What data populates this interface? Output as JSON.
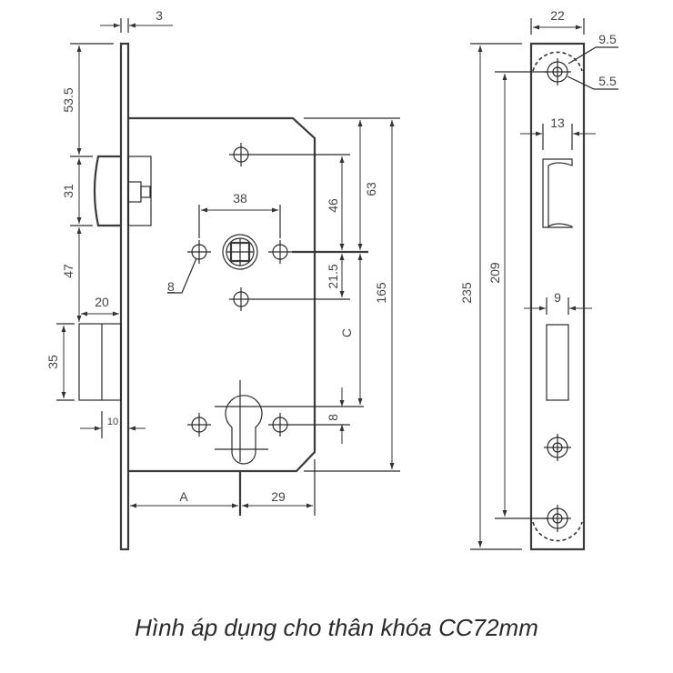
{
  "caption": "Hình áp dụng cho thân khóa CC72mm",
  "front_view": {
    "dims": {
      "faceplate_thickness": "3",
      "top_to_latch": "53.5",
      "latch_height": "31",
      "latch_to_bolt": "47",
      "bolt_projection": "20",
      "bolt_height": "35",
      "bolt_offset": "10",
      "spindle_spacing": "38",
      "screw_hole_dia": "8",
      "top_hole_to_spindle": "46",
      "spindle_to_lower_hole": "21.5",
      "top_to_spindle": "63",
      "center_distance": "C",
      "cylinder_offset": "8",
      "case_height": "165",
      "backset": "A",
      "cylinder_to_back": "29"
    }
  },
  "faceplate_view": {
    "dims": {
      "width": "22",
      "countersink_dia": "9.5",
      "hole_dia": "5.5",
      "latch_slot_width": "13",
      "bolt_slot_width": "9",
      "screw_spacing": "209",
      "total_length": "235"
    }
  }
}
